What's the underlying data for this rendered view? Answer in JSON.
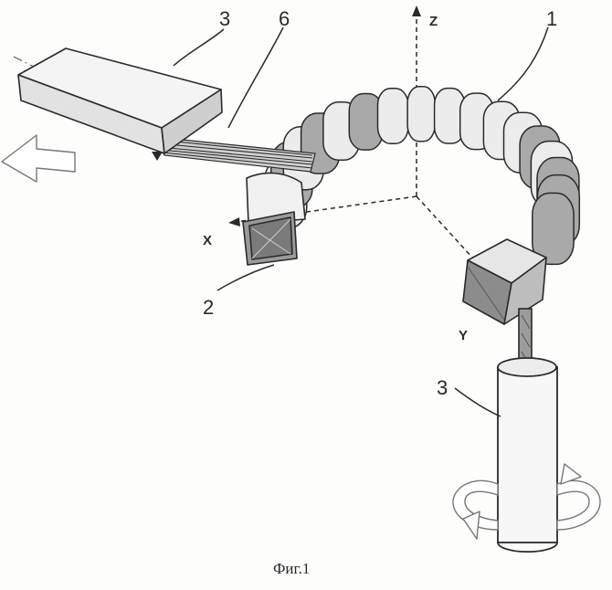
{
  "labels": {
    "flat_actuator": "3",
    "fibers": "6",
    "segmented_body": "1",
    "end_block_left": "2",
    "cylinder_actuator": "3"
  },
  "axes": {
    "x": "X",
    "y": "Y",
    "z": "Z"
  },
  "caption": "Фиг.1",
  "colors": {
    "ink": "#2a2a2a",
    "light_segment": "#ececec",
    "dark_segment": "#a9a9a9",
    "paper": "#fdfdfc"
  },
  "segments": [
    {
      "tone": "light"
    },
    {
      "tone": "dark"
    },
    {
      "tone": "light"
    },
    {
      "tone": "dark"
    },
    {
      "tone": "light"
    },
    {
      "tone": "dark"
    },
    {
      "tone": "light"
    },
    {
      "tone": "light"
    },
    {
      "tone": "light"
    },
    {
      "tone": "light"
    },
    {
      "tone": "light"
    },
    {
      "tone": "light"
    },
    {
      "tone": "dark"
    },
    {
      "tone": "light"
    },
    {
      "tone": "dark"
    },
    {
      "tone": "dark"
    },
    {
      "tone": "dark"
    }
  ]
}
